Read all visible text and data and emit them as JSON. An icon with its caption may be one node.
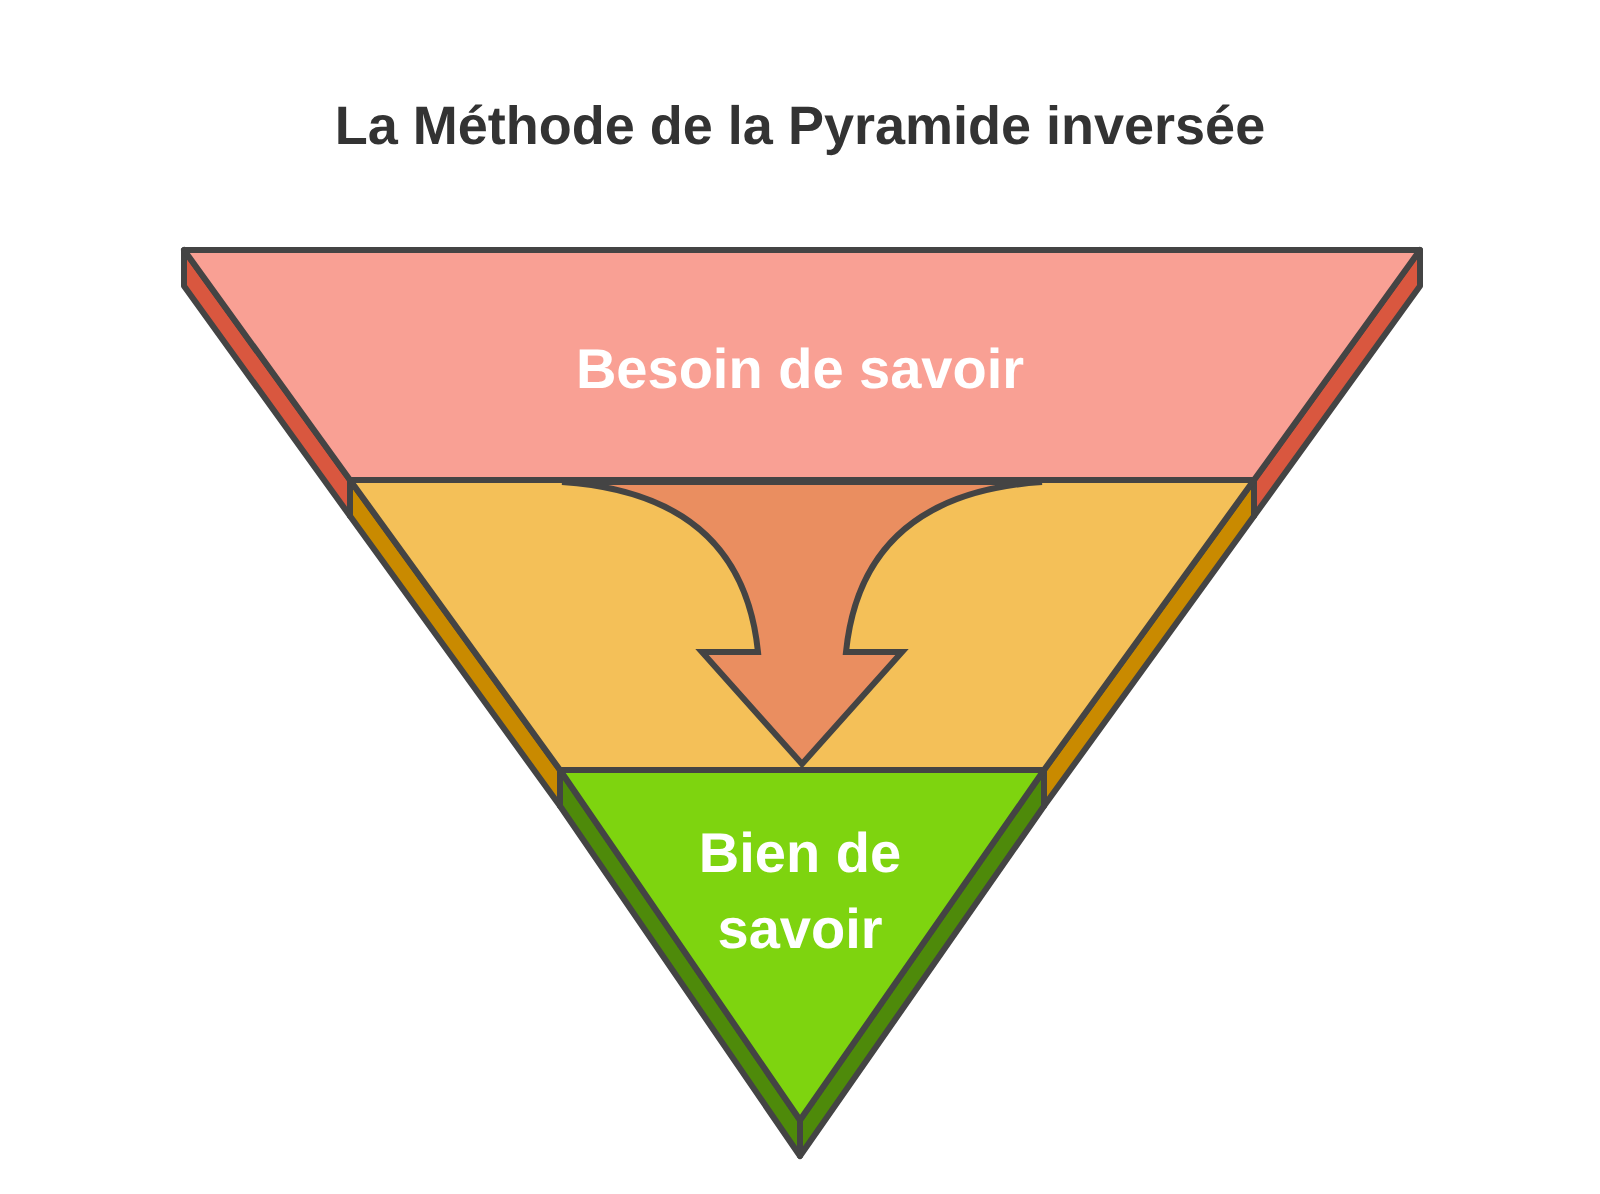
{
  "diagram": {
    "title": "La Méthode de la Pyramide inversée",
    "nodes": [
      {
        "text": [
          "Besoin de savoir"
        ]
      },
      {
        "text": [],
        "shape": "bar"
      },
      {
        "text": [
          "Bien de savoir"
        ]
      }
    ],
    "edges": [
      {
        "from": 0,
        "to": 2,
        "arrow": "to"
      }
    ]
  }
}
